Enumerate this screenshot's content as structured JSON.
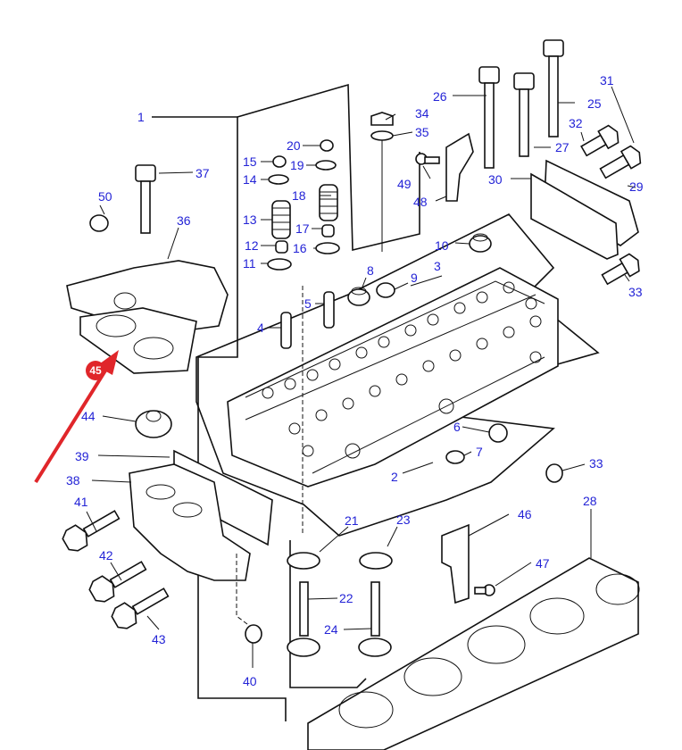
{
  "diagram": {
    "type": "exploded parts diagram",
    "subject": "engine cylinder head assembly",
    "label_color": "#2323d6",
    "highlight_color": "#e0262a",
    "highlighted_part": "45",
    "callouts": [
      {
        "id": "1",
        "label": "1"
      },
      {
        "id": "2",
        "label": "2"
      },
      {
        "id": "3",
        "label": "3"
      },
      {
        "id": "4",
        "label": "4"
      },
      {
        "id": "5",
        "label": "5"
      },
      {
        "id": "6",
        "label": "6"
      },
      {
        "id": "7",
        "label": "7"
      },
      {
        "id": "8",
        "label": "8"
      },
      {
        "id": "9",
        "label": "9"
      },
      {
        "id": "10",
        "label": "10"
      },
      {
        "id": "11",
        "label": "11"
      },
      {
        "id": "12",
        "label": "12"
      },
      {
        "id": "13",
        "label": "13"
      },
      {
        "id": "14",
        "label": "14"
      },
      {
        "id": "15",
        "label": "15"
      },
      {
        "id": "16",
        "label": "16"
      },
      {
        "id": "17",
        "label": "17"
      },
      {
        "id": "18",
        "label": "18"
      },
      {
        "id": "19",
        "label": "19"
      },
      {
        "id": "20",
        "label": "20"
      },
      {
        "id": "21",
        "label": "21"
      },
      {
        "id": "22",
        "label": "22"
      },
      {
        "id": "23",
        "label": "23"
      },
      {
        "id": "24",
        "label": "24"
      },
      {
        "id": "25",
        "label": "25"
      },
      {
        "id": "26",
        "label": "26"
      },
      {
        "id": "27",
        "label": "27"
      },
      {
        "id": "28",
        "label": "28"
      },
      {
        "id": "29",
        "label": "29"
      },
      {
        "id": "30",
        "label": "30"
      },
      {
        "id": "31",
        "label": "31"
      },
      {
        "id": "32",
        "label": "32"
      },
      {
        "id": "33a",
        "label": "33"
      },
      {
        "id": "33b",
        "label": "33"
      },
      {
        "id": "34",
        "label": "34"
      },
      {
        "id": "35",
        "label": "35"
      },
      {
        "id": "36",
        "label": "36"
      },
      {
        "id": "37",
        "label": "37"
      },
      {
        "id": "38",
        "label": "38"
      },
      {
        "id": "39",
        "label": "39"
      },
      {
        "id": "40",
        "label": "40"
      },
      {
        "id": "41",
        "label": "41"
      },
      {
        "id": "42",
        "label": "42"
      },
      {
        "id": "43",
        "label": "43"
      },
      {
        "id": "44",
        "label": "44"
      },
      {
        "id": "45",
        "label": "45"
      },
      {
        "id": "46",
        "label": "46"
      },
      {
        "id": "47",
        "label": "47"
      },
      {
        "id": "48",
        "label": "48"
      },
      {
        "id": "49",
        "label": "49"
      },
      {
        "id": "50",
        "label": "50"
      }
    ]
  }
}
